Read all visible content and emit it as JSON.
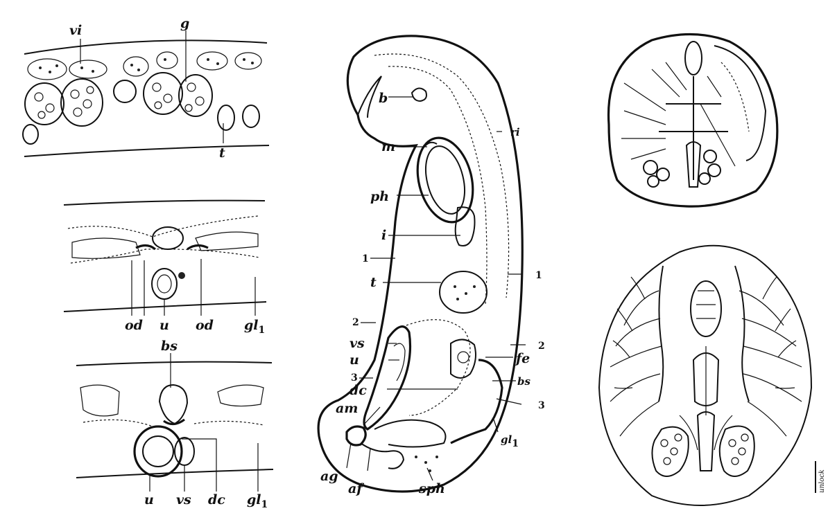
{
  "panel_top_left": {
    "labels": {
      "vi": "vi",
      "g": "g",
      "t": "t"
    }
  },
  "panel_mid_left": {
    "labels": {
      "od_left": "od",
      "u": "u",
      "od_right": "od",
      "gl1": "gl",
      "gl1_sub": "1"
    }
  },
  "panel_bottom_left": {
    "labels": {
      "bs": "bs",
      "u": "u",
      "vs": "vs",
      "dc": "dc",
      "gl1": "gl",
      "gl1_sub": "1"
    }
  },
  "panel_center": {
    "labels": {
      "b": "b",
      "ri": "ri",
      "m": "m",
      "ph": "ph",
      "i": "i",
      "t": "t",
      "vs": "vs",
      "u": "u",
      "dc": "dc",
      "am": "am",
      "ag": "ag",
      "af": "af",
      "sph": "sph",
      "fe": "fe",
      "bs": "bs",
      "gl1": "gl",
      "gl1_sub": "1",
      "n1_left": "1",
      "n1_right": "1",
      "n2_left": "2",
      "n2_right": "2",
      "n3_left": "3",
      "n3_right": "3"
    }
  },
  "panel_bottom_right": {
    "labels": {
      "signature": "unlock"
    }
  }
}
